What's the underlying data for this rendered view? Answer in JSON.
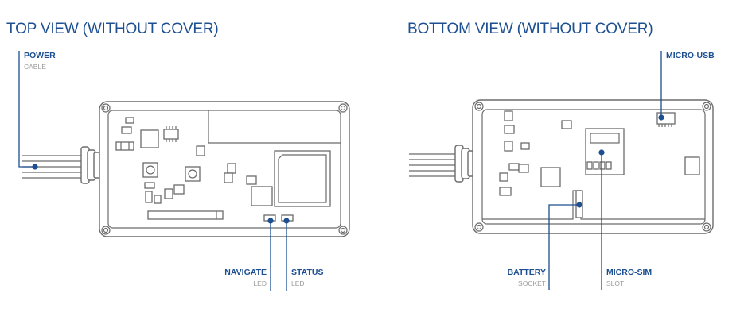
{
  "top_view": {
    "title": "TOP VIEW (WITHOUT COVER)",
    "labels": {
      "power": {
        "name": "POWER",
        "sub": "CABLE"
      },
      "navigate": {
        "name": "NAVIGATE",
        "sub": "LED"
      },
      "status": {
        "name": "STATUS",
        "sub": "LED"
      }
    }
  },
  "bottom_view": {
    "title": "BOTTOM VIEW (WITHOUT COVER)",
    "labels": {
      "micro_usb": {
        "name": "MICRO-USB"
      },
      "battery": {
        "name": "BATTERY",
        "sub": "SOCKET"
      },
      "micro_sim": {
        "name": "MICRO-SIM",
        "sub": "SLOT"
      }
    }
  },
  "colors": {
    "accent": "#1d4f91",
    "outline": "#6b6b6b",
    "sublabel": "#9a9a9a"
  }
}
